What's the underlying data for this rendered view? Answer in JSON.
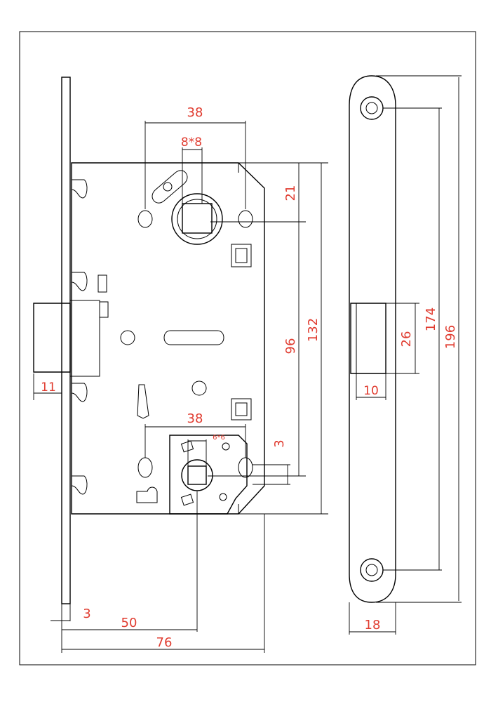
{
  "drawing": {
    "dimensions": {
      "top_spacing": "38",
      "square_top": "8*8",
      "dim_21": "21",
      "dim_96": "96",
      "dim_132": "132",
      "dim_38_lower": "38",
      "square_lower": "6*6",
      "dim_3_right": "3",
      "dim_11": "11",
      "dim_3_bottom": "3",
      "dim_50": "50",
      "dim_76": "76",
      "dim_26": "26",
      "dim_174": "174",
      "dim_196": "196",
      "dim_10": "10",
      "dim_18": "18"
    },
    "colors": {
      "line": "#000000",
      "dimension_text": "#e03b2f"
    }
  }
}
